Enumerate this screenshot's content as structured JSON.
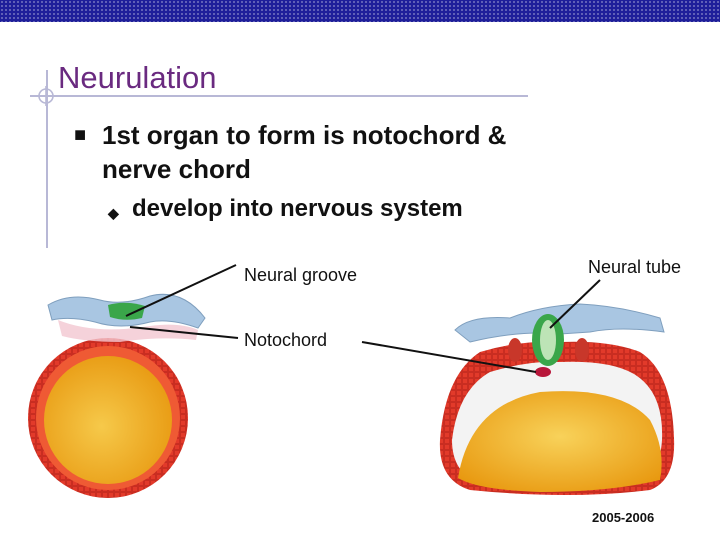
{
  "slide": {
    "title": "Neurulation",
    "bullet_primary": "1st organ to form is notochord & nerve chord",
    "bullet_secondary": "develop into nervous system",
    "footer_year": "2005-2006"
  },
  "diagram": {
    "labels": {
      "neural_groove": "Neural groove",
      "notochord": "Notochord",
      "neural_tube": "Neural tube"
    }
  },
  "colors": {
    "header_bar": "#1f1f9a",
    "title": "#6a2a80",
    "ectoderm": "#a9c6e2",
    "mesoderm": "#e23a2a",
    "yolk": "#f2b21a",
    "neural_tissue": "#3aa64a",
    "notochord": "#b8163a"
  }
}
